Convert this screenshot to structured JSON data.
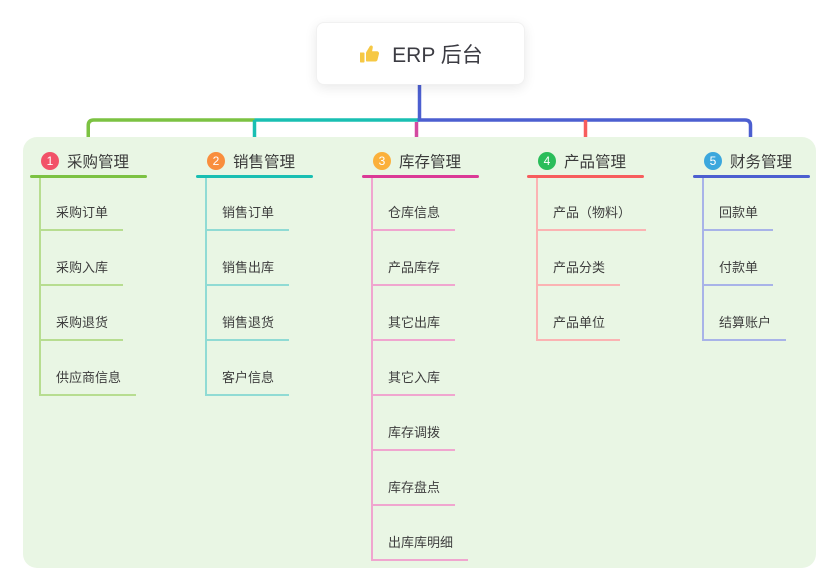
{
  "root": {
    "title": "ERP 后台",
    "icon": "thumbs-up-icon"
  },
  "connector_colors": {
    "root_trunk": "#4c5fd0",
    "left_segment": "#7cc242",
    "middle_segment": "#19bfb2",
    "right_segment": "#4c5fd0",
    "drop_branch_3": "#d34aa0",
    "drop_branch_4": "#f75d5d"
  },
  "panel_color": "#e9f6e4",
  "branches": [
    {
      "num": "1",
      "label": "采购管理",
      "badge_color": "#f25268",
      "line_color": "#7cc242",
      "light_color": "#b7dd90",
      "children": [
        "采购订单",
        "采购入库",
        "采购退货",
        "供应商信息"
      ]
    },
    {
      "num": "2",
      "label": "销售管理",
      "badge_color": "#f98e3d",
      "line_color": "#19bfb2",
      "light_color": "#90dbd4",
      "children": [
        "销售订单",
        "销售出库",
        "销售退货",
        "客户信息"
      ]
    },
    {
      "num": "3",
      "label": "库存管理",
      "badge_color": "#fbb03b",
      "line_color": "#db3a96",
      "light_color": "#f0a6cf",
      "children": [
        "仓库信息",
        "产品库存",
        "其它出库",
        "其它入库",
        "库存调拨",
        "库存盘点",
        "出库库明细"
      ]
    },
    {
      "num": "4",
      "label": "产品管理",
      "badge_color": "#2abd5a",
      "line_color": "#f75d5d",
      "light_color": "#fbb3b3",
      "children": [
        "产品（物料）",
        "产品分类",
        "产品单位"
      ]
    },
    {
      "num": "5",
      "label": "财务管理",
      "badge_color": "#3ba7dd",
      "line_color": "#4c5fd0",
      "light_color": "#a8b3e8",
      "children": [
        "回款单",
        "付款单",
        "结算账户"
      ]
    }
  ]
}
